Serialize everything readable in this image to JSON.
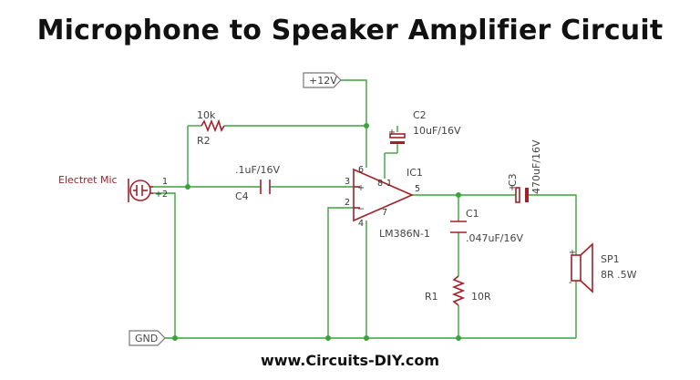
{
  "title": "Microphone to Speaker Amplifier Circuit",
  "footer": "www.Circuits-DIY.com",
  "colors": {
    "wire": "#3aa33a",
    "component": "#a3202a",
    "text": "#444444"
  },
  "net_labels": {
    "vcc": "+12V",
    "gnd": "GND"
  },
  "components": {
    "mic": {
      "name": "Electret Mic",
      "pin1": "1",
      "pin2": "+2"
    },
    "r2": {
      "value": "10k",
      "ref": "R2"
    },
    "c4": {
      "value": ".1uF/16V",
      "ref": "C4"
    },
    "c2": {
      "ref": "C2",
      "value": "10uF/16V",
      "plus": "+"
    },
    "ic1": {
      "ref": "IC1",
      "part": "LM386N-1",
      "pin3": "3",
      "pin2": "2",
      "pin4": "4",
      "pin5": "5",
      "pin6": "6",
      "pin7": "7",
      "pin8": "8",
      "pin1": "1",
      "plus": "+",
      "minus": "−"
    },
    "c1": {
      "ref": "C1",
      "value": ".047uF/16V"
    },
    "r1": {
      "ref": "R1",
      "value": "10R"
    },
    "c3": {
      "ref": "C3",
      "value": "470uF/16V",
      "plus": "+"
    },
    "sp1": {
      "ref": "SP1",
      "value": "8R .5W",
      "plus": "+",
      "minus": "-"
    }
  }
}
